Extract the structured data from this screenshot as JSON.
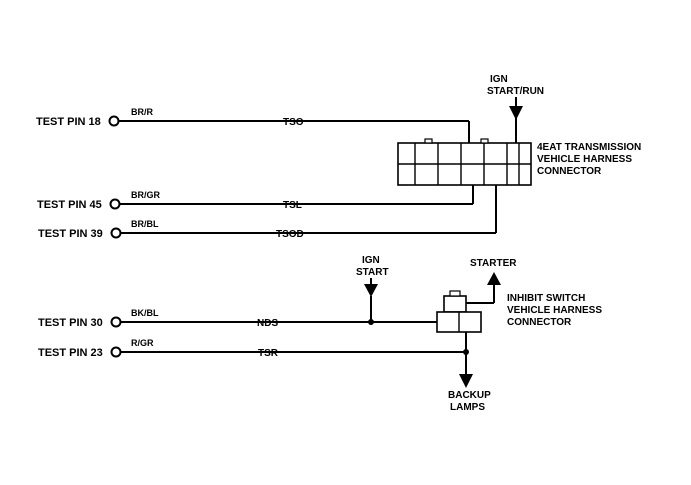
{
  "test_pins": [
    {
      "label": "TEST PIN 18",
      "wire_color": "BR/R",
      "signal": "TSO"
    },
    {
      "label": "TEST PIN 45",
      "wire_color": "BR/GR",
      "signal": "TSL"
    },
    {
      "label": "TEST PIN 39",
      "wire_color": "BR/BL",
      "signal": "TSOD"
    },
    {
      "label": "TEST PIN 30",
      "wire_color": "BK/BL",
      "signal": "NDS"
    },
    {
      "label": "TEST PIN 23",
      "wire_color": "R/GR",
      "signal": "TSR"
    }
  ],
  "ign_start_run": {
    "line1": "IGN",
    "line2": "START/RUN"
  },
  "ign_start": {
    "line1": "IGN",
    "line2": "START"
  },
  "transmission_connector": {
    "line1": "4EAT TRANSMISSION",
    "line2": "VEHICLE HARNESS",
    "line3": "CONNECTOR"
  },
  "inhibit_connector": {
    "line1": "INHIBIT SWITCH",
    "line2": "VEHICLE HARNESS",
    "line3": "CONNECTOR"
  },
  "starter_label": "STARTER",
  "backup_lamps": {
    "line1": "BACKUP",
    "line2": "LAMPS"
  }
}
